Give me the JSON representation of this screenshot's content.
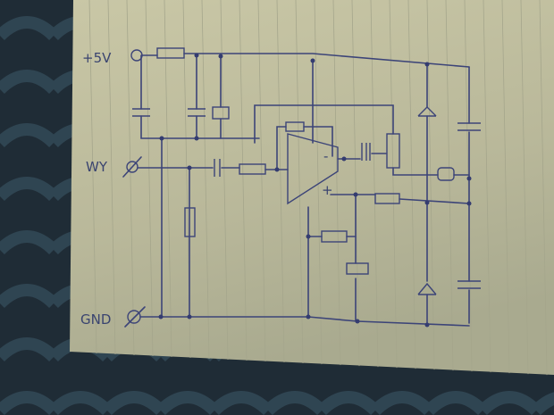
{
  "diagram": {
    "type": "hand-drawn circuit schematic on lined paper",
    "labels": {
      "supply": "+5V",
      "input": "WY",
      "ground": "GND",
      "opamp_minus": "-",
      "opamp_plus": "+"
    },
    "colors": {
      "ink": "#3c4478",
      "paper": "#bdbc9e",
      "background": "#1e2a33"
    }
  }
}
